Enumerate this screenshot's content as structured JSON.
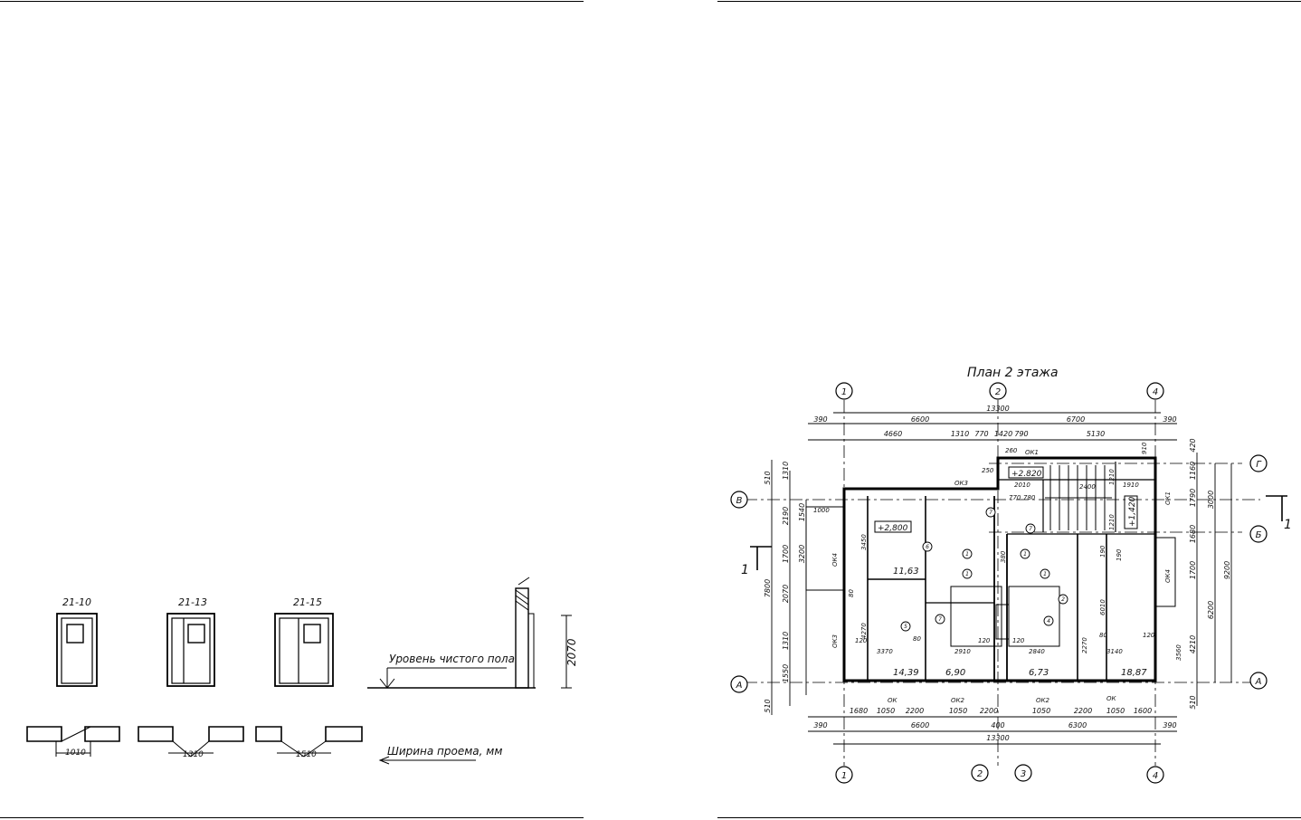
{
  "left_page": {
    "doors": [
      {
        "code": "21-10",
        "width": "1010"
      },
      {
        "code": "21-13",
        "width": "1310"
      },
      {
        "code": "21-15",
        "width": "1510"
      }
    ],
    "height_dim": "2070",
    "floor_level_label": "Уровень чистого пола",
    "width_label": "Ширина проема, мм"
  },
  "plan": {
    "title": "План 2 этажа",
    "axes_top": [
      "1",
      "2",
      "4"
    ],
    "axes_bottom": [
      "1",
      "2",
      "3",
      "4"
    ],
    "axes_left": [
      "В",
      "А"
    ],
    "axes_right": [
      "Г",
      "Б",
      "А"
    ],
    "section_mark": "1",
    "top_dims": {
      "row1": [
        "390",
        "13300",
        "390"
      ],
      "row2": [
        "6600",
        "6700"
      ],
      "row3": [
        "4660",
        "1310",
        "770",
        "1420",
        "790",
        "5130"
      ]
    },
    "bottom_dims": {
      "row1": [
        "1680",
        "1050",
        "2200",
        "1050",
        "2200",
        "1050",
        "2200",
        "1050",
        "1600"
      ],
      "row2": [
        "390",
        "6600",
        "400",
        "6300",
        "390"
      ],
      "row3": [
        "13300"
      ]
    },
    "left_dims": {
      "outer": [
        "510",
        "7800",
        "510"
      ],
      "inner": [
        "1310",
        "2190",
        "1700",
        "2070",
        "1310",
        "1550"
      ],
      "inner2": [
        "1540",
        "3200"
      ]
    },
    "right_dims": {
      "outer": [
        "9200"
      ],
      "mid": [
        "3000",
        "6200"
      ],
      "inner": [
        "420",
        "1160",
        "1790",
        "1680",
        "1700",
        "4210",
        "510"
      ]
    },
    "levels": [
      "+2.820",
      "+2,800",
      "+1,420"
    ],
    "areas": [
      "11,63",
      "14,39",
      "6,90",
      "6,73",
      "18,87"
    ],
    "windows": [
      "ОК1",
      "ОК1",
      "ОК3",
      "ОК4",
      "ОК3",
      "ОК",
      "ОК2",
      "ОК2",
      "ОК",
      "ОК4"
    ],
    "interior_dims": [
      "3450",
      "4270",
      "3370",
      "2910",
      "2840",
      "3140",
      "6010",
      "80",
      "80",
      "120",
      "120",
      "120",
      "120",
      "80",
      "2010",
      "2400",
      "1910",
      "770",
      "780",
      "1210",
      "1210",
      "190",
      "190",
      "260",
      "250",
      "910",
      "1000",
      "2270",
      "3560",
      "380"
    ],
    "doors": [
      "1",
      "1",
      "1",
      "1",
      "2",
      "4",
      "5",
      "6",
      "7",
      "7",
      "7"
    ]
  }
}
